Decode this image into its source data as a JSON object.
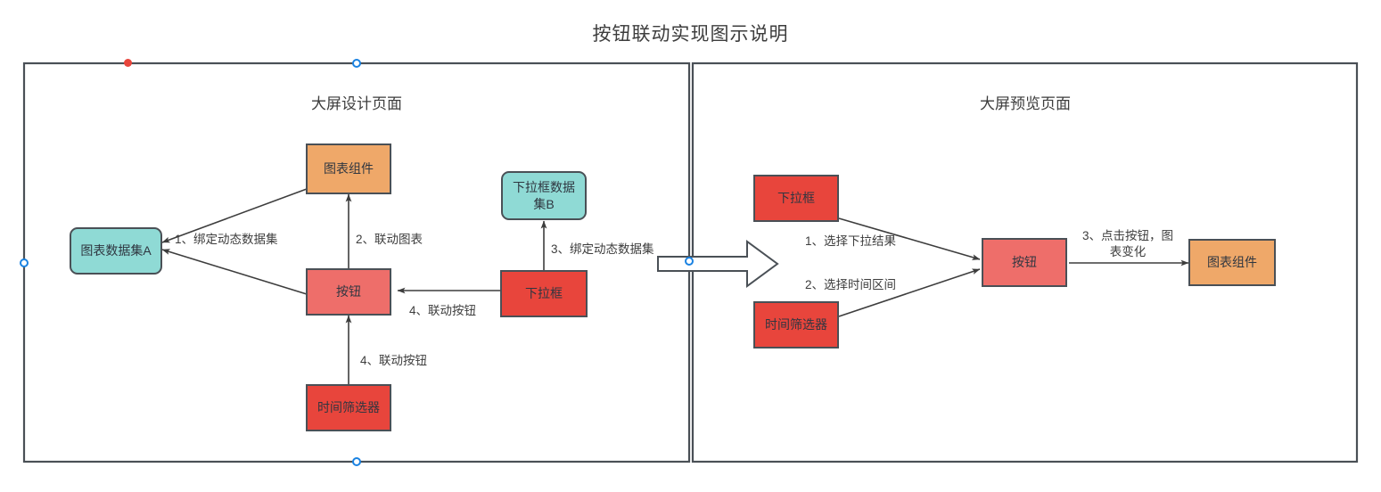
{
  "page": {
    "title": "按钮联动实现图示说明",
    "background": "#ffffff"
  },
  "colors": {
    "border": "#4a5056",
    "cyan": "#8fdad5",
    "orange": "#efa869",
    "red": "#e8453c",
    "salmon": "#ee6e6a",
    "text": "#3d3d3d",
    "handle_blue": "#1a82e2",
    "handle_red": "#e8453c"
  },
  "panels": [
    {
      "id": "design",
      "title": "大屏设计页面"
    },
    {
      "id": "preview",
      "title": "大屏预览页面"
    }
  ],
  "design_panel": {
    "nodes": [
      {
        "id": "chart-dataset-a",
        "label": "图表数据集A",
        "color": "cyan"
      },
      {
        "id": "chart-component",
        "label": "图表组件",
        "color": "orange"
      },
      {
        "id": "dropdown-dataset-b",
        "label": "下拉框数据\n集B",
        "color": "cyan"
      },
      {
        "id": "button",
        "label": "按钮",
        "color": "salmon"
      },
      {
        "id": "dropdown",
        "label": "下拉框",
        "color": "red"
      },
      {
        "id": "time-filter",
        "label": "时间筛选器",
        "color": "red"
      }
    ],
    "edges": [
      {
        "id": "bind-dynamic-dataset",
        "label": "1、绑定动态数据集",
        "from": "chart-component",
        "to": "chart-dataset-a"
      },
      {
        "id": "link-chart",
        "label": "2、联动图表",
        "from": "button",
        "to": "chart-component"
      },
      {
        "id": "bind-dynamic-dataset-b",
        "label": "3、绑定动态数据集",
        "from": "dropdown",
        "to": "dropdown-dataset-b"
      },
      {
        "id": "link-button-dropdown",
        "label": "4、联动按钮",
        "from": "dropdown",
        "to": "button"
      },
      {
        "id": "link-button-timefilter",
        "label": "4、联动按钮",
        "from": "time-filter",
        "to": "button"
      },
      {
        "id": "bind-dataset-from-button",
        "label": "",
        "from": "button",
        "to": "chart-dataset-a"
      }
    ]
  },
  "preview_panel": {
    "nodes": [
      {
        "id": "dropdown",
        "label": "下拉框",
        "color": "red"
      },
      {
        "id": "time-filter",
        "label": "时间筛选器",
        "color": "red"
      },
      {
        "id": "button",
        "label": "按钮",
        "color": "salmon"
      },
      {
        "id": "chart-component",
        "label": "图表组件",
        "color": "orange"
      }
    ],
    "edges": [
      {
        "id": "select-dropdown-result",
        "label": "1、选择下拉结果",
        "from": "dropdown",
        "to": "button"
      },
      {
        "id": "select-time-range",
        "label": "2、选择时间区间",
        "from": "time-filter",
        "to": "button"
      },
      {
        "id": "click-button-chart-change",
        "label": "3、点击按钮，图\n表变化",
        "from": "button",
        "to": "chart-component"
      }
    ]
  },
  "decorations": {
    "flow_arrow_name": "big-right-arrow",
    "handles": [
      {
        "id": "top-red-handle",
        "color": "red"
      },
      {
        "id": "top-center-handle",
        "color": "blue"
      },
      {
        "id": "left-middle-handle",
        "color": "blue"
      },
      {
        "id": "bottom-center-handle",
        "color": "blue"
      },
      {
        "id": "divider-handle",
        "color": "blue"
      }
    ]
  }
}
